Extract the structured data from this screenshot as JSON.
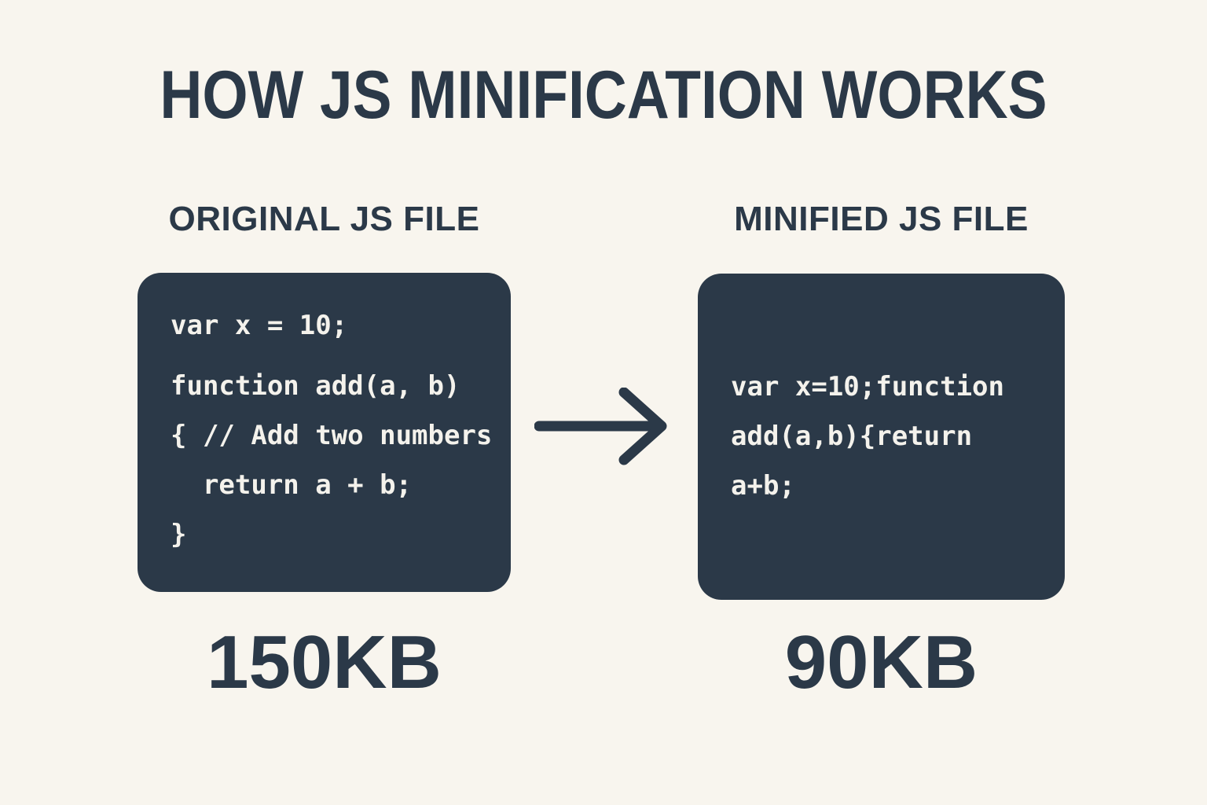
{
  "title": "HOW JS MINIFICATION WORKS",
  "colors": {
    "background": "#f8f5ee",
    "panel": "#2b3948",
    "heading_text": "#2b3948",
    "code_text": "#f4f2ec"
  },
  "original": {
    "heading": "ORIGINAL JS FILE",
    "code_lines": [
      "var x = 10;",
      "function add(a, b)",
      "{ // Add two numbers",
      "  return a + b;",
      "}"
    ],
    "size_label": "150KB"
  },
  "minified": {
    "heading": "MINIFIED JS FILE",
    "code_lines": [
      "var x=10;function",
      "add(a,b){return",
      "a+b;"
    ],
    "size_label": "90KB"
  },
  "arrow": {
    "icon": "right-arrow-icon"
  }
}
